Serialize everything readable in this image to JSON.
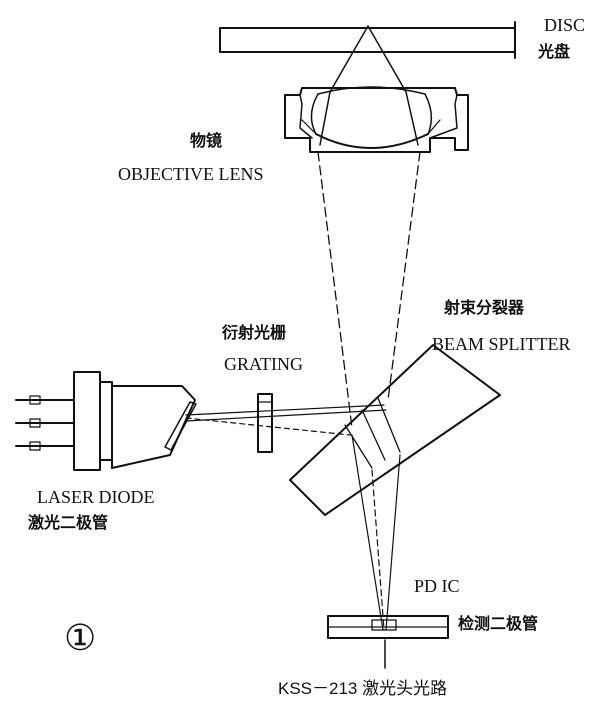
{
  "colors": {
    "ink": "#111111",
    "background": "#ffffff"
  },
  "labels": {
    "disc_en": "DISC",
    "disc_cn": "光盘",
    "objective_cn": "物镜",
    "objective_en": "OBJECTIVE LENS",
    "beam_splitter_cn": "射束分裂器",
    "beam_splitter_en": "BEAM SPLITTER",
    "grating_cn": "衍射光栅",
    "grating_en": "GRATING",
    "laser_diode_en": "LASER DIODE",
    "laser_diode_cn": "激光二极管",
    "pdic_en": "PD IC",
    "pdic_cn": "检测二极管",
    "caption": "KSS－213 激光头光路",
    "figure_number": "①"
  }
}
